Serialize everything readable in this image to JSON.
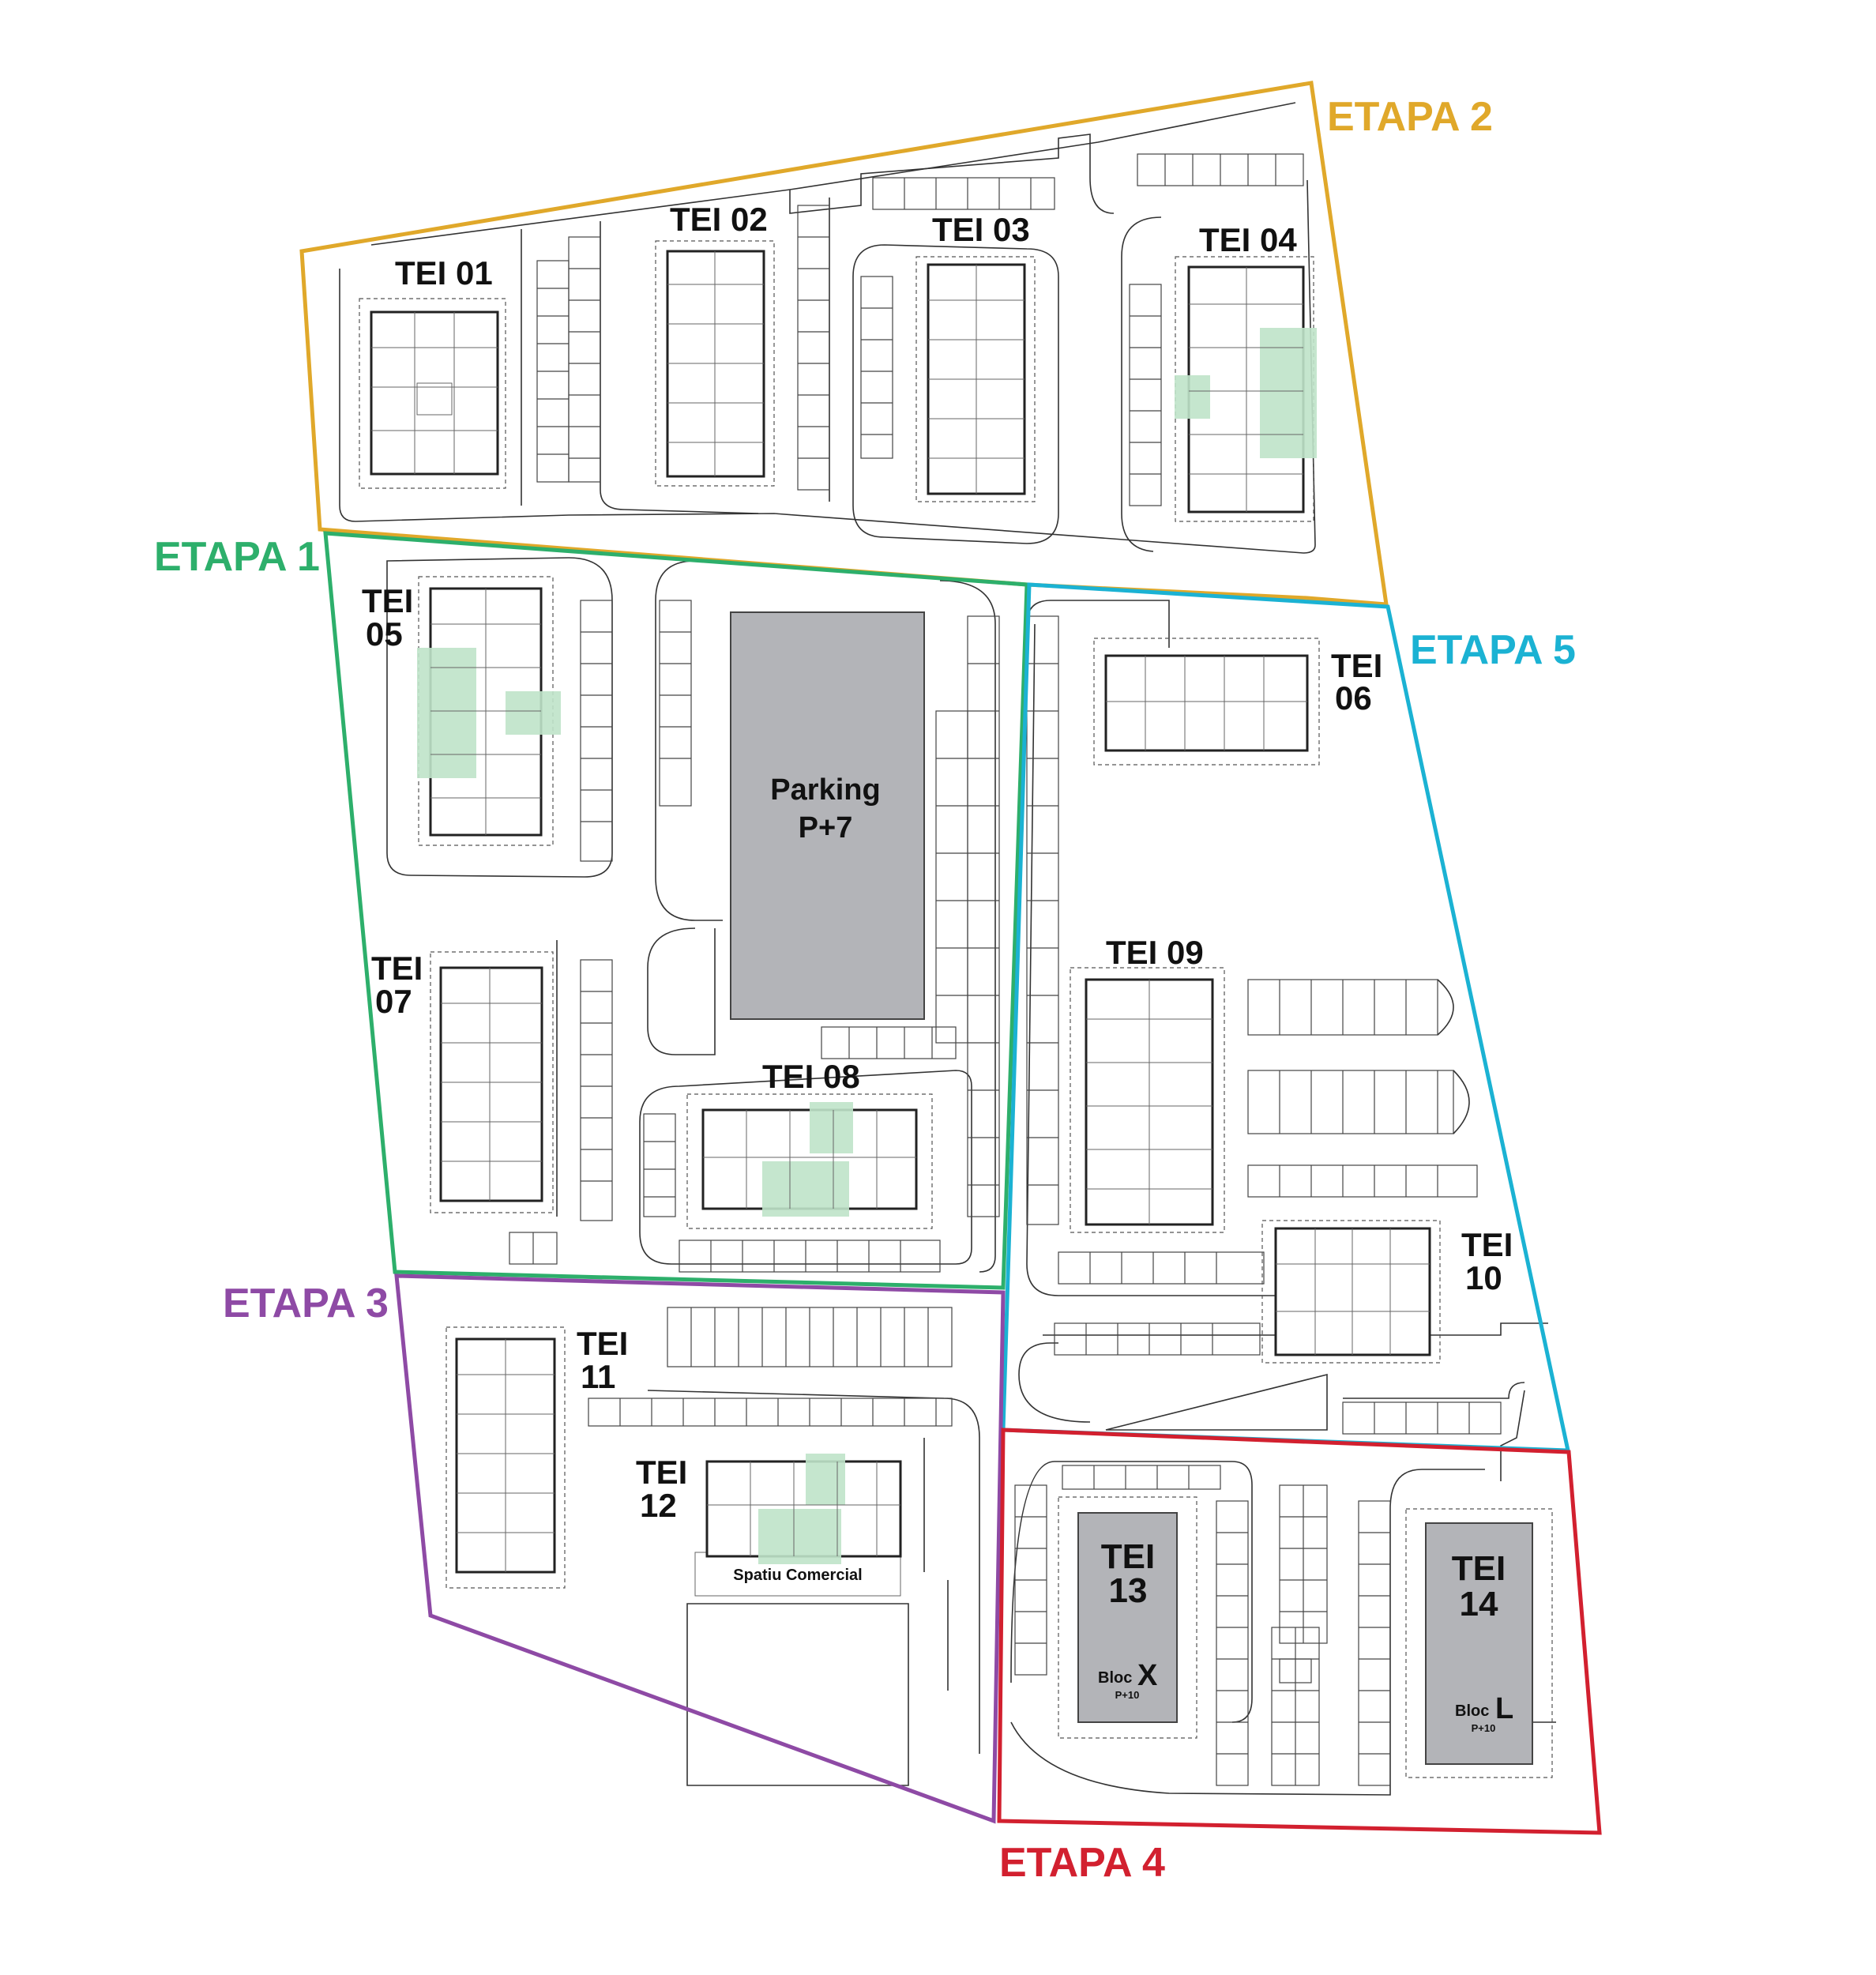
{
  "stages": [
    {
      "id": "etapa-1",
      "label": "ETAPA 1",
      "color": "#2daf6b"
    },
    {
      "id": "etapa-2",
      "label": "ETAPA 2",
      "color": "#e0a82a"
    },
    {
      "id": "etapa-3",
      "label": "ETAPA 3",
      "color": "#8e4aa5"
    },
    {
      "id": "etapa-4",
      "label": "ETAPA 4",
      "color": "#d2202f"
    },
    {
      "id": "etapa-5",
      "label": "ETAPA 5",
      "color": "#1bb2d3"
    }
  ],
  "buildings": {
    "tei01": [
      "TEI 01"
    ],
    "tei02": [
      "TEI 02"
    ],
    "tei03": [
      "TEI 03"
    ],
    "tei04": [
      "TEI 04"
    ],
    "tei05": [
      "TEI",
      "05"
    ],
    "tei06": [
      "TEI",
      "06"
    ],
    "tei07": [
      "TEI",
      "07"
    ],
    "tei08": [
      "TEI 08"
    ],
    "tei09": [
      "TEI 09"
    ],
    "tei10": [
      "TEI",
      "10"
    ],
    "tei11": [
      "TEI",
      "11"
    ],
    "tei12": [
      "TEI",
      "12"
    ],
    "tei13": [
      "TEI",
      "13"
    ],
    "tei14": [
      "TEI",
      "14"
    ]
  },
  "parking": {
    "line1": "Parking",
    "line2": "P+7"
  },
  "commercial": {
    "label": "Spatiu Comercial"
  },
  "bloc_x": {
    "prefix": "Bloc",
    "letter": "X",
    "floors": "P+10"
  },
  "bloc_l": {
    "prefix": "Bloc",
    "letter": "L",
    "floors": "P+10"
  },
  "colors": {
    "green_highlight": "#bfe3c9",
    "gray_block": "#b3b4b8"
  }
}
